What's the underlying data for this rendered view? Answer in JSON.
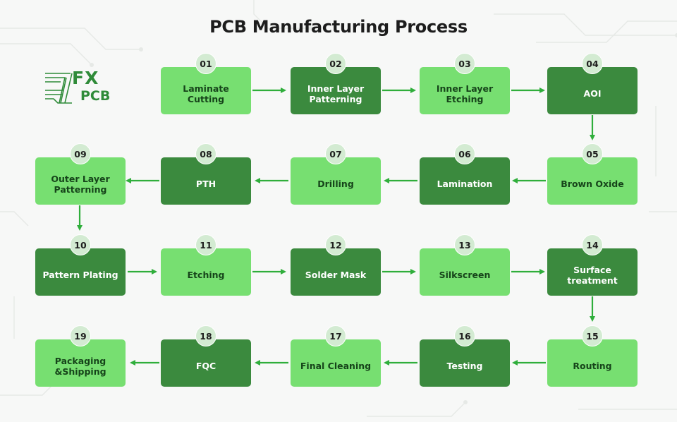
{
  "title": "PCB Manufacturing Process",
  "logo": {
    "text_top": "FX",
    "text_bottom": "PCB"
  },
  "colors": {
    "light_box": "#77df71",
    "dark_box": "#3b8a3e",
    "arrow": "#2fae3b",
    "badge": "#d3ebd2"
  },
  "steps": [
    {
      "number": "01",
      "label": "Laminate Cutting",
      "tone": "light"
    },
    {
      "number": "02",
      "label": "Inner Layer Patterning",
      "tone": "dark"
    },
    {
      "number": "03",
      "label": "Inner Layer Etching",
      "tone": "light"
    },
    {
      "number": "04",
      "label": "AOI",
      "tone": "dark"
    },
    {
      "number": "05",
      "label": "Brown Oxide",
      "tone": "light"
    },
    {
      "number": "06",
      "label": "Lamination",
      "tone": "dark"
    },
    {
      "number": "07",
      "label": "Drilling",
      "tone": "light"
    },
    {
      "number": "08",
      "label": "PTH",
      "tone": "dark"
    },
    {
      "number": "09",
      "label": "Outer Layer Patterning",
      "tone": "light"
    },
    {
      "number": "10",
      "label": "Pattern Plating",
      "tone": "dark"
    },
    {
      "number": "11",
      "label": "Etching",
      "tone": "light"
    },
    {
      "number": "12",
      "label": "Solder Mask",
      "tone": "dark"
    },
    {
      "number": "13",
      "label": "Silkscreen",
      "tone": "light"
    },
    {
      "number": "14",
      "label": "Surface treatment",
      "tone": "dark"
    },
    {
      "number": "15",
      "label": "Routing",
      "tone": "light"
    },
    {
      "number": "16",
      "label": "Testing",
      "tone": "dark"
    },
    {
      "number": "17",
      "label": "Final Cleaning",
      "tone": "light"
    },
    {
      "number": "18",
      "label": "FQC",
      "tone": "dark"
    },
    {
      "number": "19",
      "label": "Packaging &Shipping",
      "tone": "light"
    }
  ]
}
